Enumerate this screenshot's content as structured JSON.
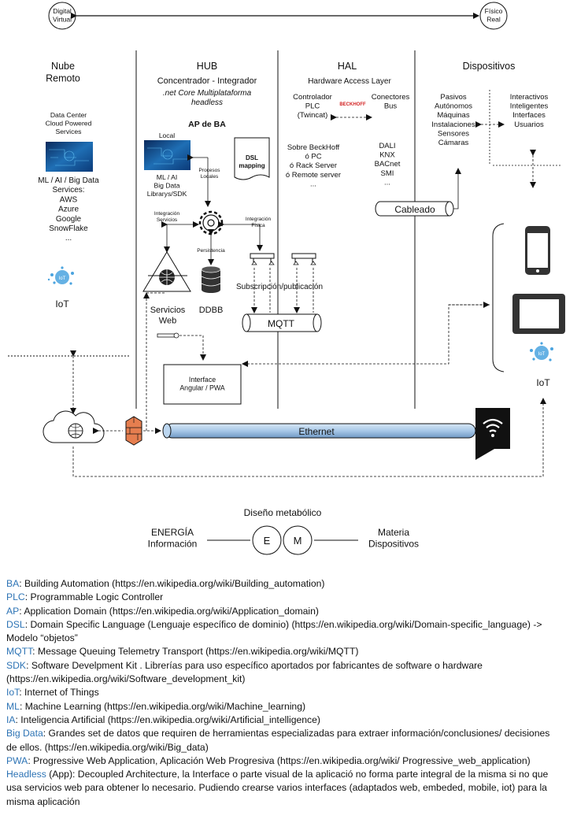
{
  "scale": {
    "left": "Digital\nVirtual",
    "right": "Físico\nReal"
  },
  "columns": {
    "nube": {
      "title": "Nube\nRemoto",
      "datacenter": "Data Center\nCloud Powered\nServices",
      "services": "ML / AI / Big Data\nServices:\nAWS\nAzure\nGoogle\nSnowFlake\n...",
      "iot": "IoT"
    },
    "hub": {
      "title": "HUB",
      "subtitle": "Concentrador - Integrador",
      "subtitle2": ".net Core Multiplataforma\nheadless",
      "ap": "AP de BA",
      "local": "Local",
      "libraries": "ML / AI\nBig Data\nLibrarys/SDK",
      "procesos": "Procesos\nLocales",
      "dsl": "DSL\nmapping",
      "integracion_servicios": "Integración\nServicios",
      "persistencia": "Persistencia",
      "integracion_fisica": "Integración\nFísica",
      "servicios_web": "Servicios\nWeb",
      "ddbb": "DDBB",
      "subscripcion": "Subscripción/publicación",
      "mqtt": "MQTT",
      "interface": "Interface\nAngular / PWA"
    },
    "hal": {
      "title": "HAL",
      "subtitle": "Hardware Access Layer",
      "controlador": "Controlador\nPLC\n(Twincat)",
      "beckhoff": "BECKHOFF",
      "conectores": "Conectores\nBus",
      "sobre": "Sobre BeckHoff\nó PC\nó Rack Server\nó Remote server\n...",
      "buses": "DALI\nKNX\nBACnet\nSMI\n...",
      "cableado": "Cableado"
    },
    "dispositivos": {
      "title": "Dispositivos",
      "pasivos": "Pasivos\nAutónomos\nMáquinas\nInstalaciones\nSensores\nCámaras",
      "interactivos": "Interactivos\nInteligentes\nInterfaces\nUsuarios",
      "iot": "IoT"
    }
  },
  "ethernet": "Ethernet",
  "metabolico": {
    "title": "Diseño metabólico",
    "left": "ENERGÍA\nInformación",
    "e": "E",
    "m": "M",
    "right": "Materia\nDispositivos"
  },
  "glossary": [
    {
      "abbr": "BA",
      "def": ": Building Automation (https://en.wikipedia.org/wiki/Building_automation)"
    },
    {
      "abbr": "PLC",
      "def": ": Programmable Logic Controller"
    },
    {
      "abbr": "AP",
      "def": ": Application Domain (https://en.wikipedia.org/wiki/Application_domain)"
    },
    {
      "abbr": "DSL",
      "def": ": Domain Specific Language (Lenguaje específico de dominio) (https://en.wikipedia.org/wiki/Domain-specific_language) -> Modelo “objetos”"
    },
    {
      "abbr": "MQTT",
      "def": ": Message Queuing Telemetry Transport (https://en.wikipedia.org/wiki/MQTT)"
    },
    {
      "abbr": "SDK",
      "def": ": Software Develpment Kit . Librerías para uso específico aportados por fabricantes de software o hardware (https://en.wikipedia.org/wiki/Software_development_kit)"
    },
    {
      "abbr": "IoT",
      "def": ": Internet of Things"
    },
    {
      "abbr": "ML",
      "def": ": Machine Learning (https://en.wikipedia.org/wiki/Machine_learning)"
    },
    {
      "abbr": "IA",
      "def": ": Inteligencia Artificial (https://en.wikipedia.org/wiki/Artificial_intelligence)"
    },
    {
      "abbr": "Big Data",
      "def": ": Grandes set de datos que requiren de herramientas especializadas para extraer información/conclusiones/ decisiones de ellos. (https://en.wikipedia.org/wiki/Big_data)"
    },
    {
      "abbr": "PWA",
      "def": ": Progressive Web Application,  Aplicación Web Progresiva (https://en.wikipedia.org/wiki/ Progressive_web_application)"
    },
    {
      "abbr": "Headless",
      "def": " (App): Decoupled Architecture, la Interface o parte visual de la aplicació no forma parte integral de la misma si no que usa servicios web para obtener lo necesario. Pudiendo crearse varios interfaces (adaptados web, embeded, mobile, iot) para la misma aplicación"
    }
  ]
}
